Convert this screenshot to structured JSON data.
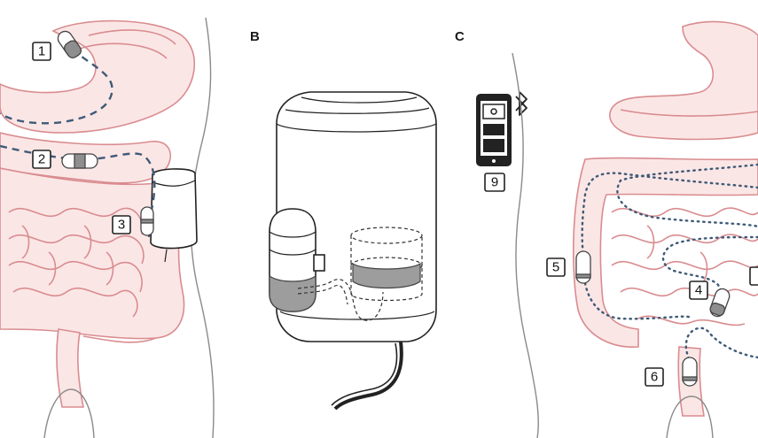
{
  "panels": {
    "B": "B",
    "C": "C"
  },
  "labels": {
    "n1": "1",
    "n2": "2",
    "n3": "3",
    "n4": "4",
    "n5": "5",
    "n6": "6",
    "n9": "9"
  },
  "colors": {
    "intestine_stroke": "#d98c8f",
    "intestine_fill": "#fbe6e6",
    "capsule_path": "#3e5a77",
    "device_outline": "#222222",
    "grey_fill": "#9d9d9d"
  },
  "icons": {
    "bluetooth": "bluetooth-icon",
    "phone": "smartphone-icon"
  }
}
